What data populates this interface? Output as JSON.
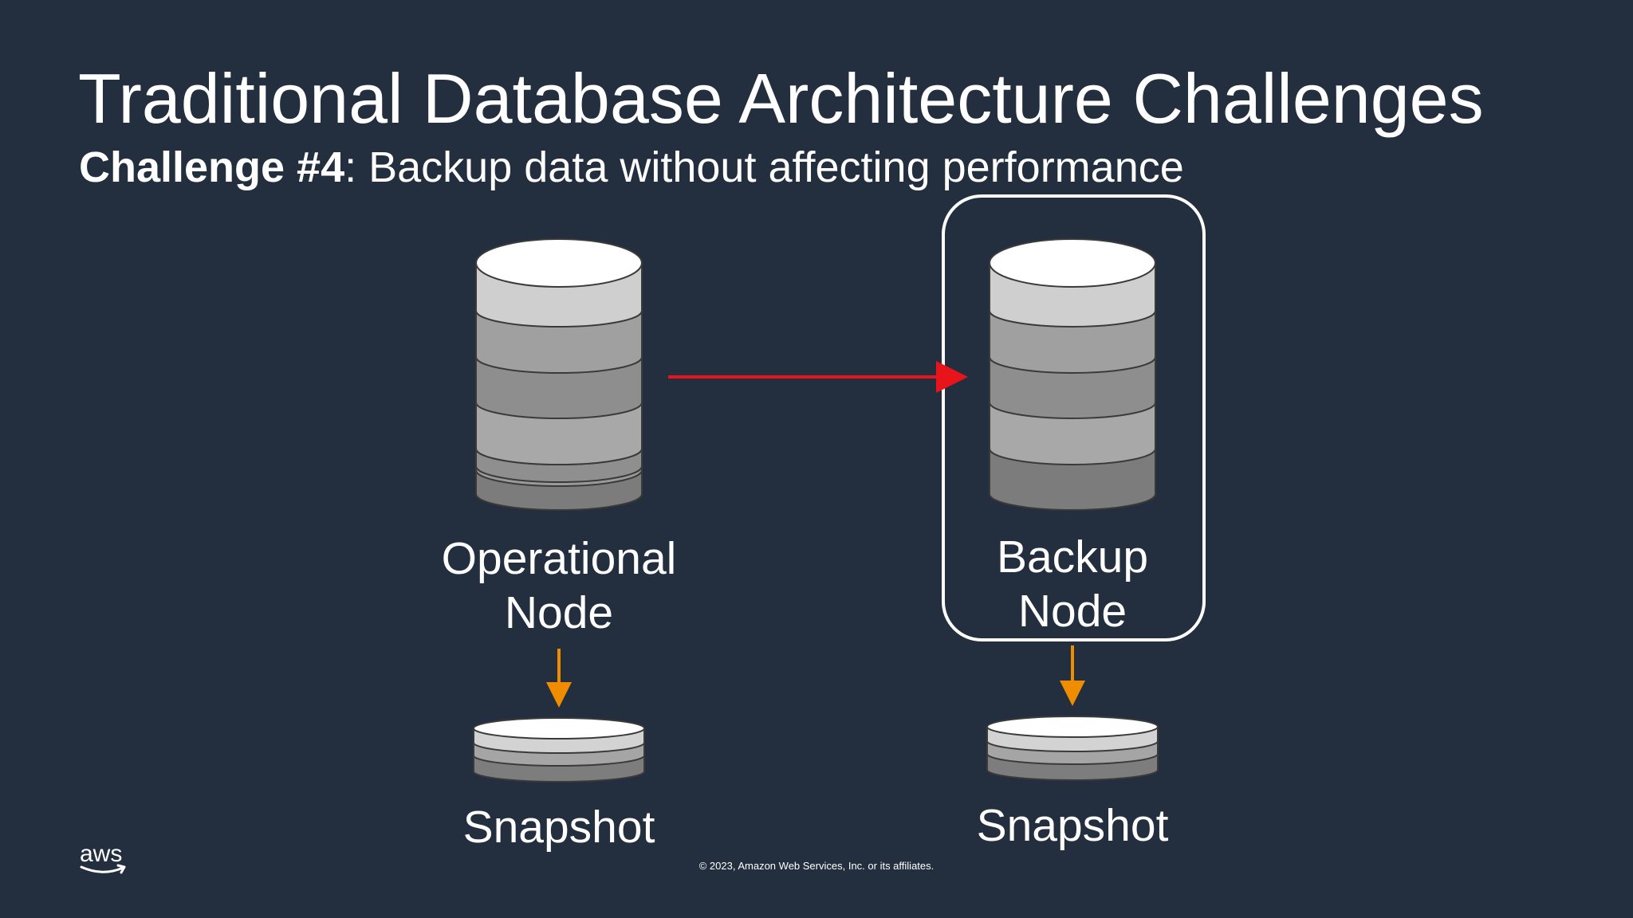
{
  "slide": {
    "title": "Traditional Database Architecture Challenges",
    "subtitle_bold": "Challenge #4",
    "subtitle_rest": ": Backup data without affecting performance"
  },
  "diagram": {
    "operational_line1": "Operational",
    "operational_line2": "Node",
    "backup_line1": "Backup",
    "backup_line2": "Node",
    "snapshot_left": "Snapshot",
    "snapshot_right": "Snapshot"
  },
  "footer": {
    "copyright": "© 2023, Amazon Web Services, Inc. or its affiliates.",
    "logo_text": "aws"
  },
  "colors": {
    "background": "#232f3e",
    "replication_arrow": "#e8141c",
    "snapshot_arrow": "#f08c00"
  },
  "icons": [
    "database-icon",
    "snapshot-icon",
    "aws-logo"
  ]
}
